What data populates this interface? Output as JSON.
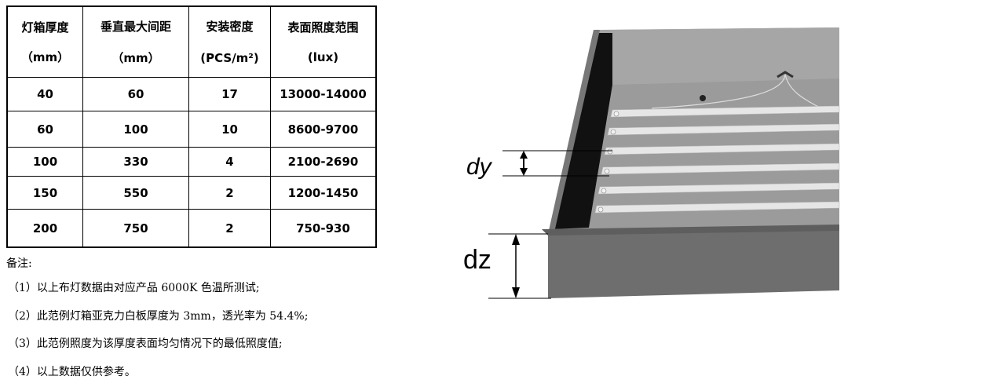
{
  "table": {
    "headers": [
      {
        "line1": "灯箱厚度",
        "line2": "（mm）"
      },
      {
        "line1": "垂直最大间距",
        "line2": "（mm）"
      },
      {
        "line1": "安装密度",
        "line2": "(PCS/m²)"
      },
      {
        "line1": "表面照度范围",
        "line2": "(lux)"
      }
    ],
    "rows": [
      [
        "40",
        "60",
        "17",
        "13000-14000"
      ],
      [
        "60",
        "100",
        "10",
        "8600-9700"
      ],
      [
        "100",
        "330",
        "4",
        "2100-2690"
      ],
      [
        "150",
        "550",
        "2",
        "1200-1450"
      ],
      [
        "200",
        "750",
        "2",
        "750-930"
      ]
    ]
  },
  "notes": {
    "title": "备注:",
    "items": [
      "（1）以上布灯数据由对应产品 6000K 色温所测试;",
      "（2）此范例灯箱亚克力白板厚度为 3mm，透光率为 54.4%;",
      "（3）此范例照度为该厚度表面均匀情况下的最低照度值;",
      "（4）以上数据仅供参考。"
    ]
  },
  "diagram": {
    "dy_label": "dy",
    "dz_label": "dz",
    "colors": {
      "box_wall": "#6e6e6e",
      "box_floor": "#9b9b9b",
      "inner_shadow": "#111111",
      "strip": "#e6e6e6"
    }
  }
}
